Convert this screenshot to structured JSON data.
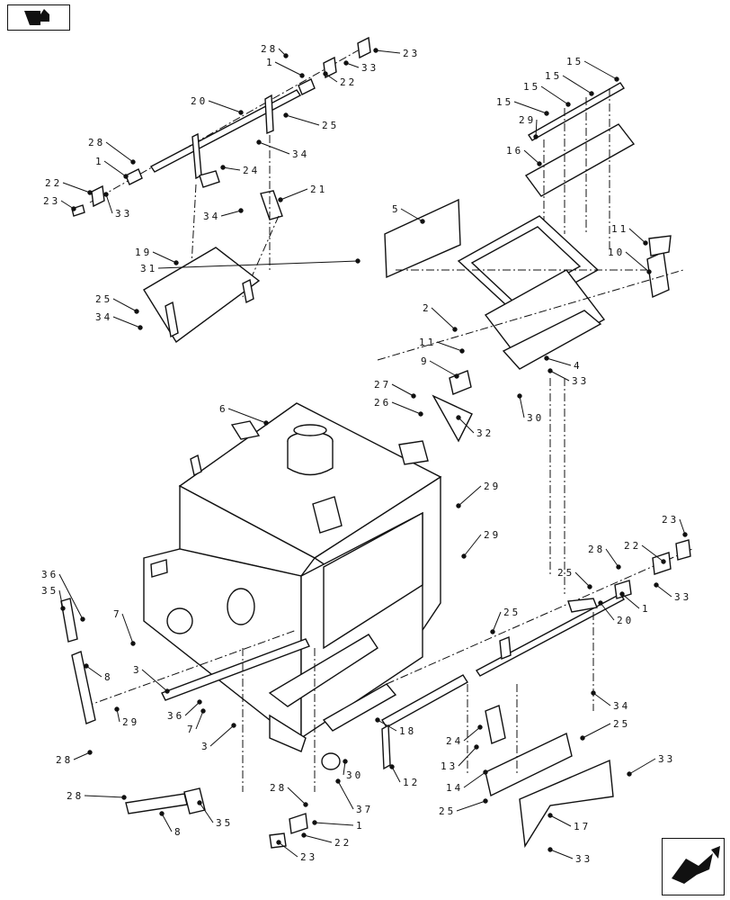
{
  "navigation": {
    "prev_icon": "prev-page-icon",
    "next_icon": "next-page-icon"
  },
  "callouts": [
    "28",
    "1",
    "23",
    "33",
    "22",
    "20",
    "25",
    "28",
    "1",
    "34",
    "24",
    "22",
    "23",
    "33",
    "21",
    "34",
    "19",
    "25",
    "34",
    "15",
    "15",
    "15",
    "15",
    "29",
    "16",
    "5",
    "31",
    "11",
    "10",
    "2",
    "11",
    "9",
    "27",
    "26",
    "4",
    "33",
    "30",
    "32",
    "6",
    "29",
    "29",
    "23",
    "22",
    "28",
    "25",
    "33",
    "1",
    "20",
    "36",
    "35",
    "7",
    "25",
    "8",
    "3",
    "29",
    "36",
    "7",
    "3",
    "28",
    "18",
    "24",
    "13",
    "14",
    "25",
    "34",
    "25",
    "33",
    "30",
    "12",
    "37",
    "28",
    "8",
    "35",
    "28",
    "1",
    "22",
    "23",
    "17",
    "33"
  ]
}
